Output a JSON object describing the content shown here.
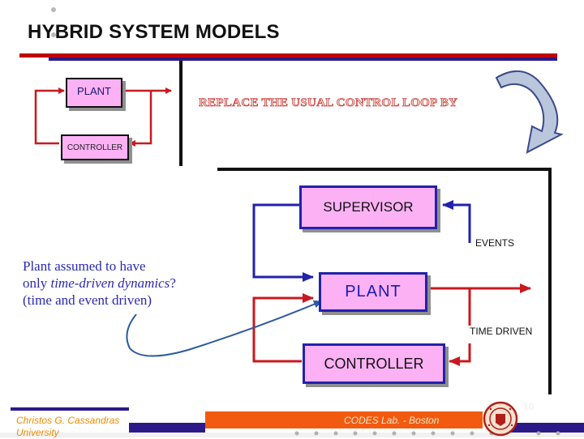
{
  "header": {
    "title": "HYBRID SYSTEM MODELS"
  },
  "small_loop": {
    "plant_label": "PLANT",
    "controller_label": "CONTROLLER"
  },
  "replace_text": "REPLACE THE USUAL CONTROL LOOP BY",
  "hybrid_loop": {
    "supervisor_label": "SUPERVISOR",
    "plant_label": "PLANT",
    "controller_label": "CONTROLLER",
    "events_label": "EVENTS",
    "time_driven_label": "TIME DRIVEN"
  },
  "note": {
    "line1": "Plant assumed to have",
    "line2_prefix": "only ",
    "line2_emph": "time-driven dynamics",
    "line2_suffix": "?",
    "line3": "(time and event driven)"
  },
  "footer": {
    "author": "Christos G. Cassandras",
    "institution_partial": "University",
    "lab": "CODES Lab. - Boston",
    "page_number": "10"
  },
  "colors": {
    "title_bar": "#c00000",
    "accent_red": "#c8191f",
    "accent_blue": "#2222aa",
    "box_fill": "#fbb1f4",
    "footer_navy": "#2b1a88",
    "footer_orange": "#f25a10"
  }
}
